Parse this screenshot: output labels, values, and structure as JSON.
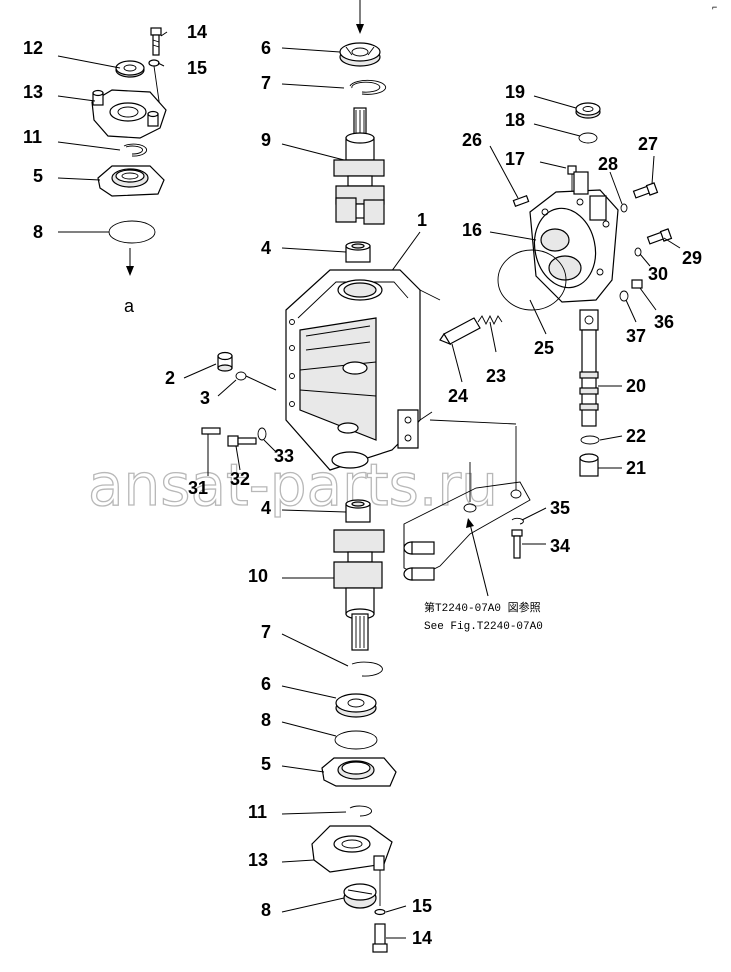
{
  "labels": {
    "l14_top": "14",
    "l12": "12",
    "l15_top": "15",
    "l13_top": "13",
    "l11_top": "11",
    "l5_top": "5",
    "l8_top": "8",
    "la": "a",
    "l6_top": "6",
    "l7_top": "7",
    "l9": "9",
    "l1": "1",
    "l4_top": "4",
    "l2": "2",
    "l3": "3",
    "l33": "33",
    "l32": "32",
    "l31": "31",
    "l4_mid": "4",
    "l10": "10",
    "l7_bot": "7",
    "l6_bot": "6",
    "l8_mid": "8",
    "l5_bot": "5",
    "l11_bot": "11",
    "l13_bot": "13",
    "l8_bot": "8",
    "l15_bot": "15",
    "l14_bot": "14",
    "l19": "19",
    "l18": "18",
    "l26": "26",
    "l17": "17",
    "l28": "28",
    "l27": "27",
    "l16": "16",
    "l29": "29",
    "l30": "30",
    "l36": "36",
    "l37": "37",
    "l25": "25",
    "l23": "23",
    "l24": "24",
    "l20": "20",
    "l22": "22",
    "l21": "21",
    "l35": "35",
    "l34": "34"
  },
  "reference": {
    "line_jp": "第T2240-07A0 図参照",
    "line_en": "See Fig.T2240-07A0"
  },
  "watermark": "ansat-parts.ru",
  "corner_mark": "⌐"
}
